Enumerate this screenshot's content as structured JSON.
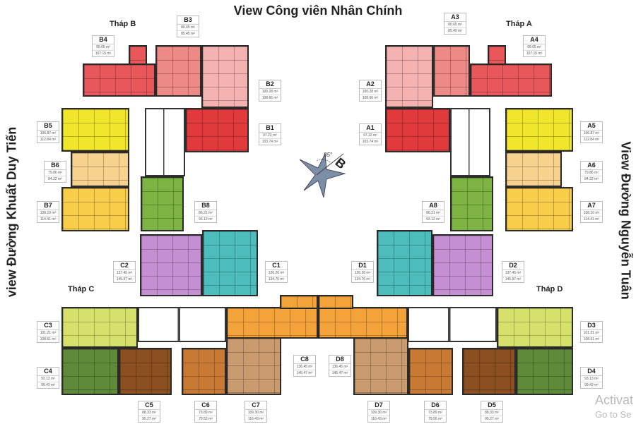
{
  "title": "View Công viên Nhân Chính",
  "view_left": "view Đường Khuất Duy Tiến",
  "view_right": "View Đường Nguyễn Tuân",
  "towers": {
    "A": "Tháp A",
    "B": "Tháp B",
    "C": "Tháp C",
    "D": "Tháp D"
  },
  "compass": {
    "letter": "B",
    "angle": "85°",
    "icon": "compass-rose-icon"
  },
  "watermark": {
    "line1": "Activat",
    "line2": "Go to Se"
  },
  "units": [
    {
      "code": "B1",
      "area1": "97.22 m²",
      "area2": "103.74 m²",
      "color": "#e03a3c"
    },
    {
      "code": "B2",
      "area1": "100.28 m²",
      "area2": "108.66 m²",
      "color": "#f4b2b0"
    },
    {
      "code": "B3",
      "area1": "80.65 m²",
      "area2": "85.45 m²",
      "color": "#ee8a86"
    },
    {
      "code": "B4",
      "area1": "99.65 m²",
      "area2": "107.15 m²",
      "color": "#e8575a"
    },
    {
      "code": "B5",
      "area1": "106.87 m²",
      "area2": "112.84 m²",
      "color": "#f0e62c"
    },
    {
      "code": "B6",
      "area1": "79.86 m²",
      "area2": "84.22 m²",
      "color": "#f7d28e"
    },
    {
      "code": "B7",
      "area1": "108.10 m²",
      "area2": "114.41 m²",
      "color": "#f8cd4a"
    },
    {
      "code": "B8",
      "area1": "86.21 m²",
      "area2": "93.12 m²",
      "color": "#7cb342"
    },
    {
      "code": "A1",
      "area1": "97.22 m²",
      "area2": "103.74 m²",
      "color": "#e03a3c"
    },
    {
      "code": "A2",
      "area1": "100.28 m²",
      "area2": "108.66 m²",
      "color": "#f4b2b0"
    },
    {
      "code": "A3",
      "area1": "80.65 m²",
      "area2": "85.45 m²",
      "color": "#ee8a86"
    },
    {
      "code": "A4",
      "area1": "99.65 m²",
      "area2": "107.15 m²",
      "color": "#e8575a"
    },
    {
      "code": "A5",
      "area1": "106.87 m²",
      "area2": "112.84 m²",
      "color": "#f0e62c"
    },
    {
      "code": "A6",
      "area1": "79.86 m²",
      "area2": "84.22 m²",
      "color": "#f7d28e"
    },
    {
      "code": "A7",
      "area1": "108.10 m²",
      "area2": "114.41 m²",
      "color": "#f8cd4a"
    },
    {
      "code": "A8",
      "area1": "86.21 m²",
      "area2": "93.12 m²",
      "color": "#7cb342"
    },
    {
      "code": "C1",
      "area1": "126.26 m²",
      "area2": "134.76 m²",
      "color": "#4dbcbc"
    },
    {
      "code": "C2",
      "area1": "137.45 m²",
      "area2": "145.97 m²",
      "color": "#c590d3"
    },
    {
      "code": "C3",
      "area1": "101.21 m²",
      "area2": "108.61 m²",
      "color": "#d5e16a"
    },
    {
      "code": "C4",
      "area1": "93.13 m²",
      "area2": "99.43 m²",
      "color": "#5e8a3a"
    },
    {
      "code": "C5",
      "area1": "88.33 m²",
      "area2": "95.27 m²",
      "color": "#8b4f22"
    },
    {
      "code": "C6",
      "area1": "73.89 m²",
      "area2": "79.52 m²",
      "color": "#c87a35"
    },
    {
      "code": "C7",
      "area1": "109.30 m²",
      "area2": "116.43 m²",
      "color": "#c99b6e"
    },
    {
      "code": "C8",
      "area1": "136.45 m²",
      "area2": "145.47 m²",
      "color": "#f4a23a"
    },
    {
      "code": "D1",
      "area1": "126.26 m²",
      "area2": "134.76 m²",
      "color": "#4dbcbc"
    },
    {
      "code": "D2",
      "area1": "137.45 m²",
      "area2": "145.97 m²",
      "color": "#c590d3"
    },
    {
      "code": "D3",
      "area1": "101.21 m²",
      "area2": "108.61 m²",
      "color": "#d5e16a"
    },
    {
      "code": "D4",
      "area1": "93.13 m²",
      "area2": "99.43 m²",
      "color": "#5e8a3a"
    },
    {
      "code": "D5",
      "area1": "88.33 m²",
      "area2": "95.27 m²",
      "color": "#8b4f22"
    },
    {
      "code": "D6",
      "area1": "73.89 m²",
      "area2": "79.56 m²",
      "color": "#c87a35"
    },
    {
      "code": "D7",
      "area1": "109.30 m²",
      "area2": "116.43 m²",
      "color": "#c99b6e"
    },
    {
      "code": "D8",
      "area1": "136.45 m²",
      "area2": "145.47 m²",
      "color": "#f4a23a"
    }
  ]
}
